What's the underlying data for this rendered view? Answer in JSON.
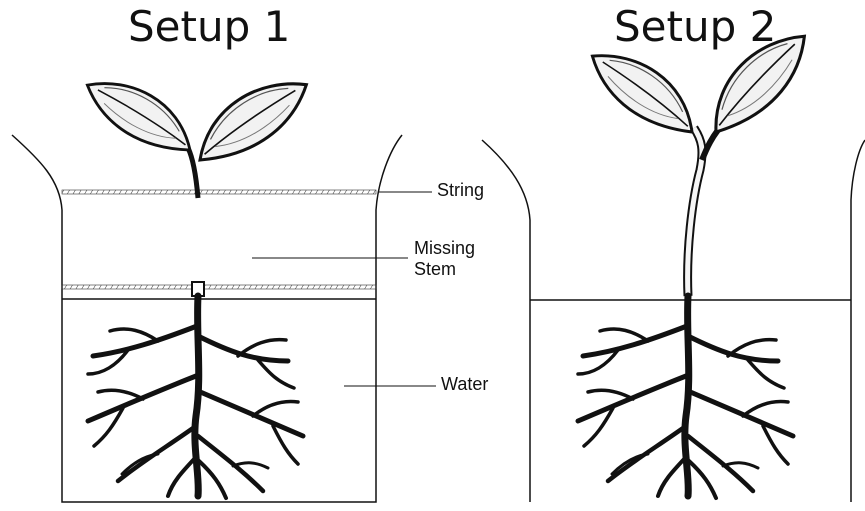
{
  "titles": {
    "setup_1": "Setup 1",
    "setup_2": "Setup 2"
  },
  "labels": {
    "string": "String",
    "missing_stem_line1": "Missing",
    "missing_stem_line2": "Stem",
    "water": "Water"
  },
  "colors": {
    "ink": "#111111",
    "leaf_fill": "#f2f2f2",
    "background": "#ffffff"
  },
  "icons": {
    "leaf": "leaf-icon",
    "roots": "roots-icon"
  }
}
